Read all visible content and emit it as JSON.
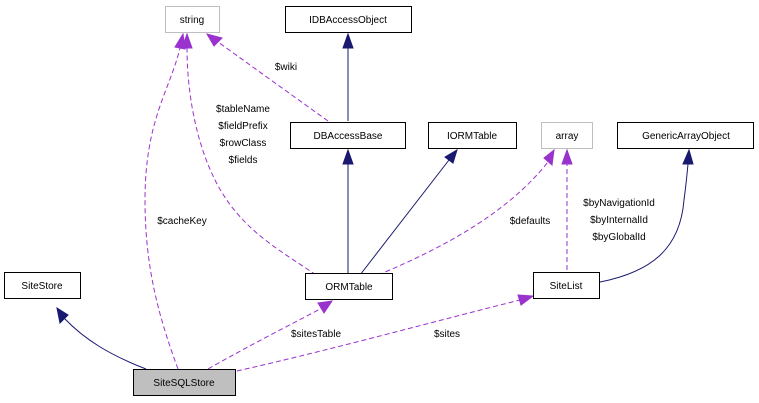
{
  "diagram": {
    "nodes": {
      "string": "string",
      "idbaccessobject": "IDBAccessObject",
      "dbaccessbase": "DBAccessBase",
      "iormtable": "IORMTable",
      "array": "array",
      "genericarrayobject": "GenericArrayObject",
      "sitestore": "SiteStore",
      "ormtable": "ORMTable",
      "sitelist": "SiteList",
      "sitesqlstore": "SiteSQLStore"
    },
    "edge_labels": {
      "wiki": "$wiki",
      "ormtable_string": [
        "$tableName",
        "$fieldPrefix",
        "$rowClass",
        "$fields"
      ],
      "cachekey": "$cacheKey",
      "defaults": "$defaults",
      "sitelist_array": [
        "$byNavigationId",
        "$byInternalId",
        "$byGlobalId"
      ],
      "sitestable": "$sitesTable",
      "sites": "$sites"
    },
    "colors": {
      "inheritance": "#191970",
      "usage": "#9a32cd",
      "focus_fill": "#bfbfbf",
      "external_border": "#bfbfbf"
    }
  }
}
